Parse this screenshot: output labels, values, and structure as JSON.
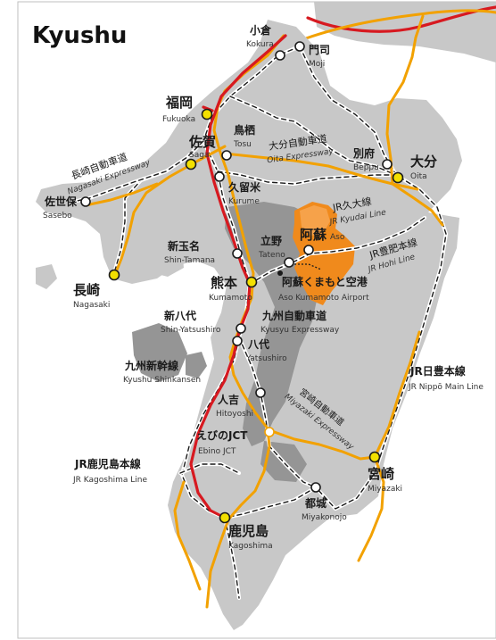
{
  "title": "Kyushu",
  "colors": {
    "land": "#c8c8c8",
    "mountain": "#959595",
    "shinkansen": "#d71920",
    "expressway": "#f2a100",
    "aso": "#f08a1c",
    "station_yellow": "#f3e000"
  },
  "cities": {
    "kokura": {
      "jp": "小倉",
      "en": "Kokura"
    },
    "moji": {
      "jp": "門司",
      "en": "Moji"
    },
    "fukuoka": {
      "jp": "福岡",
      "en": "Fukuoka"
    },
    "saga": {
      "jp": "佐賀",
      "en": "Saga"
    },
    "tosu": {
      "jp": "鳥栖",
      "en": "Tosu"
    },
    "beppu": {
      "jp": "別府",
      "en": "Beppu"
    },
    "oita": {
      "jp": "大分",
      "en": "Oita"
    },
    "sasebo": {
      "jp": "佐世保",
      "en": "Sasebo"
    },
    "kurume": {
      "jp": "久留米",
      "en": "Kurume"
    },
    "aso": {
      "jp": "阿蘇",
      "en": "Aso"
    },
    "tateno": {
      "jp": "立野",
      "en": "Tateno"
    },
    "shin_tamana": {
      "jp": "新玉名",
      "en": "Shin-Tamana"
    },
    "nagasaki": {
      "jp": "長崎",
      "en": "Nagasaki"
    },
    "kumamoto": {
      "jp": "熊本",
      "en": "Kumamoto"
    },
    "aso_airport": {
      "jp": "阿蘇くまもと空港",
      "en": "Aso Kumamoto Airport"
    },
    "shin_yatsushiro": {
      "jp": "新八代",
      "en": "Shin-Yatsushiro"
    },
    "yatsushiro": {
      "jp": "八代",
      "en": "Yatsushiro"
    },
    "hitoyoshi": {
      "jp": "人吉",
      "en": "Hitoyoshi"
    },
    "ebino_jct": {
      "jp": "えびのJCT",
      "en": "Ebino JCT"
    },
    "miyazaki": {
      "jp": "宮崎",
      "en": "Miyazaki"
    },
    "miyakonojo": {
      "jp": "都城",
      "en": "Miyakonojo"
    },
    "kagoshima": {
      "jp": "鹿児島",
      "en": "Kagoshima"
    }
  },
  "routes": {
    "nagasaki_exp": {
      "jp": "長崎自動車道",
      "en": "Nagasaki Expressway"
    },
    "oita_exp": {
      "jp": "大分自動車道",
      "en": "Oita Expressway"
    },
    "kyudai": {
      "jp": "JR久大線",
      "en": "JR Kyudai Line"
    },
    "hohi": {
      "jp": "JR豊肥本線",
      "en": "JR Hohi Line"
    },
    "kyushu_exp": {
      "jp": "九州自動車道",
      "en": "Kyusyu Expressway"
    },
    "shinkansen": {
      "jp": "九州新幹線",
      "en": "Kyushu Shinkansen"
    },
    "nippo": {
      "jp": "JR日豊本線",
      "en": "JR Nippō Main Line"
    },
    "miyazaki_exp": {
      "jp": "宮崎自動車道",
      "en": "Miyazaki Expressway"
    },
    "kagoshima_line": {
      "jp": "JR鹿児島本線",
      "en": "JR Kagoshima Line"
    }
  }
}
